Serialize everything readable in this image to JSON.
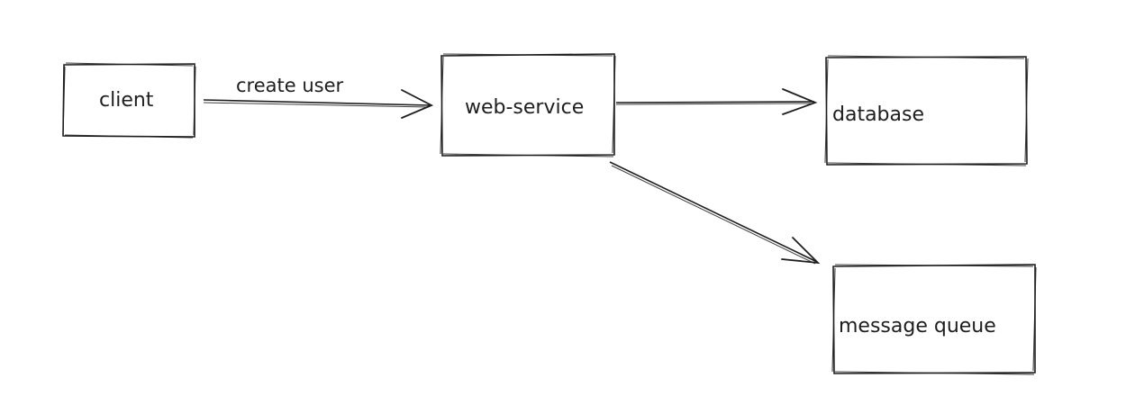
{
  "diagram": {
    "nodes": [
      {
        "id": "client",
        "label": "client"
      },
      {
        "id": "web-service",
        "label": "web-service"
      },
      {
        "id": "database",
        "label": "database"
      },
      {
        "id": "message-queue",
        "label": "message queue"
      }
    ],
    "edges": [
      {
        "from": "client",
        "to": "web-service",
        "label": "create user"
      },
      {
        "from": "web-service",
        "to": "database",
        "label": ""
      },
      {
        "from": "web-service",
        "to": "message-queue",
        "label": ""
      }
    ]
  },
  "colors": {
    "ink": "#1e1e1e",
    "background": "#ffffff"
  }
}
